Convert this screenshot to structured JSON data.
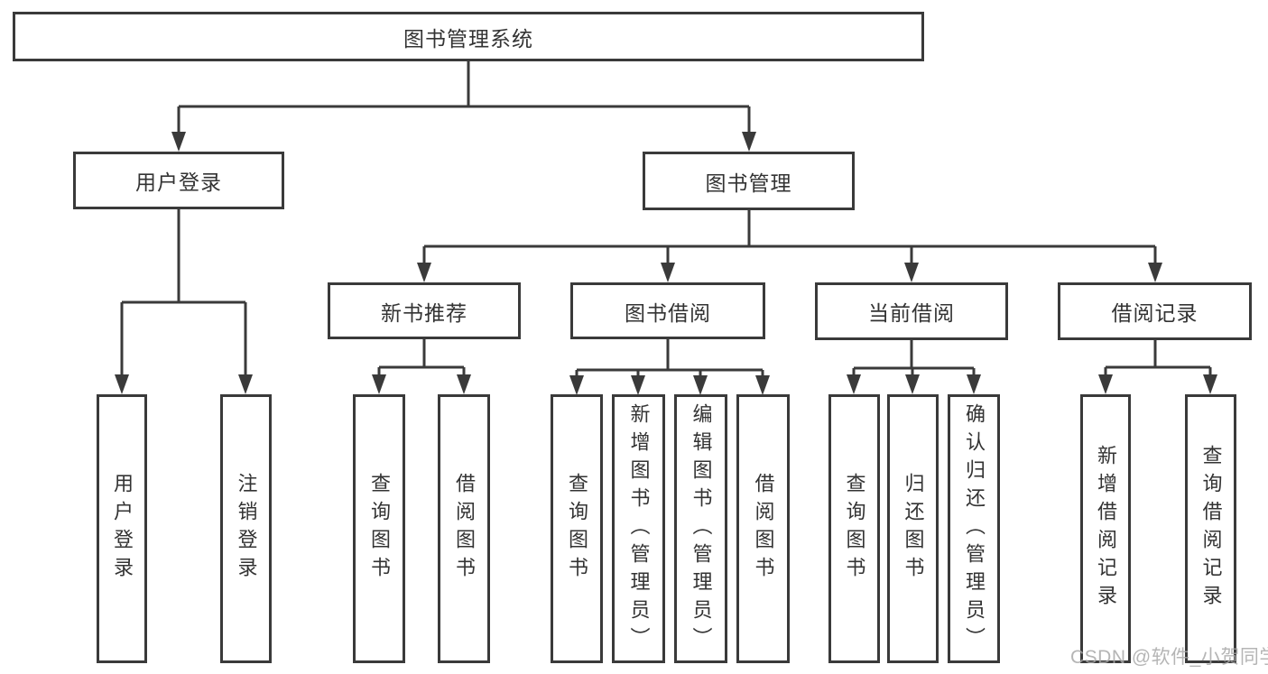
{
  "tree": {
    "root": "图书管理系统",
    "user_login": {
      "label": "用户登录",
      "children": [
        "用户登录",
        "注销登录"
      ]
    },
    "book_mgmt": {
      "label": "图书管理",
      "sections": {
        "new_books": {
          "label": "新书推荐",
          "children": [
            "查询图书",
            "借阅图书"
          ]
        },
        "borrow": {
          "label": "图书借阅",
          "children": [
            "查询图书",
            "新增图书（管理员）",
            "编辑图书（管理员）",
            "借阅图书"
          ]
        },
        "current": {
          "label": "当前借阅",
          "children": [
            "查询图书",
            "归还图书",
            "确认归还（管理员）"
          ]
        },
        "records": {
          "label": "借阅记录",
          "children": [
            "新增借阅记录",
            "查询借阅记录"
          ]
        }
      }
    }
  },
  "watermark": "CSDN @软件_小贺同学",
  "colors": {
    "line": "#3a3a3a",
    "text": "#333333",
    "watermark": "#a8a8a8",
    "background": "#ffffff"
  }
}
